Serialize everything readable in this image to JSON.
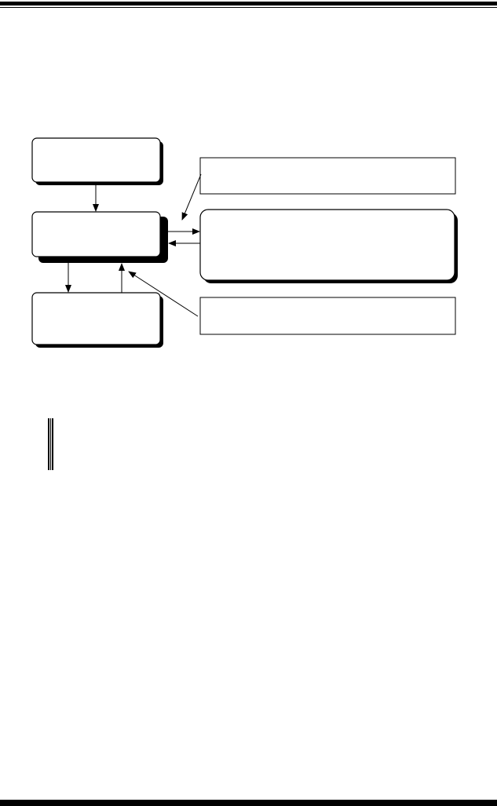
{
  "page": {
    "colors": {
      "ink": "#000000",
      "paper": "#ffffff"
    }
  },
  "diagram": {
    "nodes": [
      {
        "id": "box-top-left",
        "label": ""
      },
      {
        "id": "box-middle-left",
        "label": ""
      },
      {
        "id": "box-bottom-left",
        "label": ""
      },
      {
        "id": "box-top-right",
        "label": ""
      },
      {
        "id": "box-middle-right",
        "label": ""
      },
      {
        "id": "box-bottom-right",
        "label": ""
      }
    ]
  }
}
